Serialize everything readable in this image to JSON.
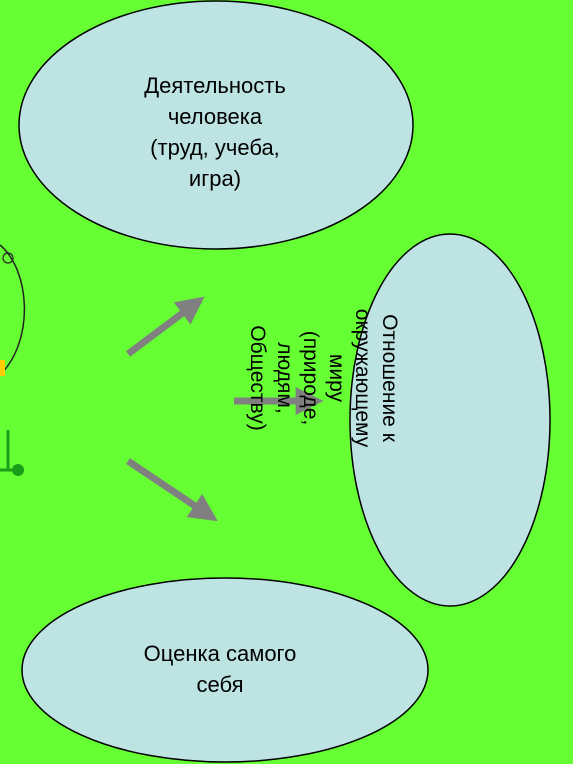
{
  "ellipses": {
    "activity": "Деятельность\nчеловека\n(труд, учеба,\nигра)",
    "relation": "Отношение к\nокружающему\nмиру\n(природе,\nлюдям,\nОбществу)",
    "self_assessment": "Оценка самого\nсебя"
  },
  "colors": {
    "background": "#66ff33",
    "ellipse_fill": "#bde3e3",
    "ellipse_stroke": "#000000",
    "arrow": "#808080"
  }
}
